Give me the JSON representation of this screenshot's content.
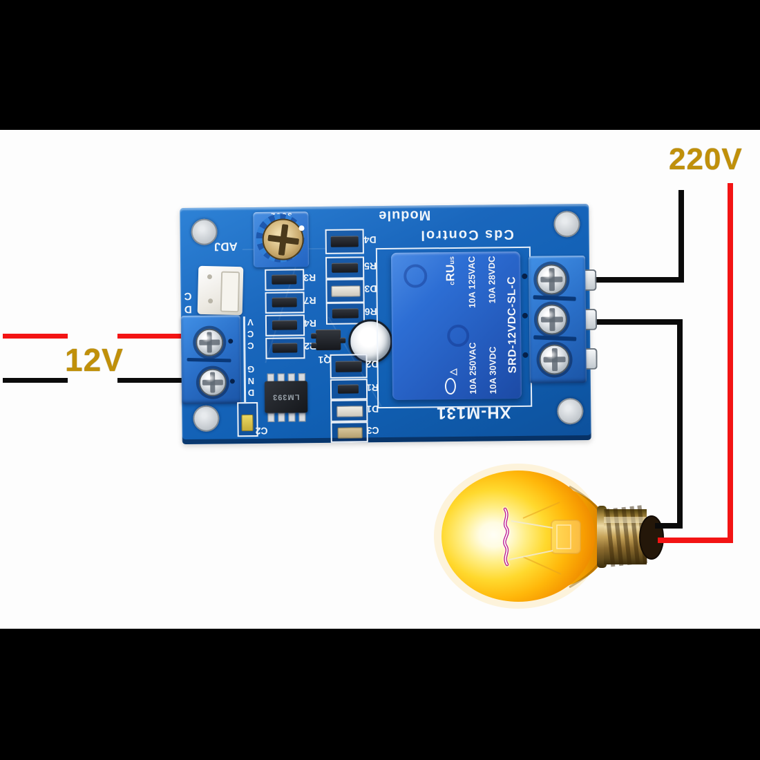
{
  "diagram": {
    "input_voltage_label": "12V",
    "output_voltage_label": "220V"
  },
  "board": {
    "silkscreen": {
      "module": "Module",
      "cds_control": "Cds Control",
      "model": "XH-M131",
      "adj": "ADJ",
      "cds": "CDS",
      "vcc": "VCC",
      "gnd": "GND"
    },
    "trimmer_marking": "3362",
    "ic_marking": "LM393",
    "components": {
      "left_column": [
        "R3",
        "R7",
        "R4",
        "R2"
      ],
      "middle_top": [
        "D4",
        "R5",
        "D3",
        "R6"
      ],
      "middle_bottom": [
        "D2",
        "R1",
        "D1",
        "C3"
      ],
      "transistor": "Q1",
      "capacitor": "C2"
    },
    "relay_label": {
      "ul_mark_prefix": "c",
      "ul_mark": "RU",
      "ul_mark_suffix": "us",
      "rating_ac_1": "10A 250VAC",
      "rating_ac_2": "10A 125VAC",
      "rating_dc_1": "10A 30VDC",
      "rating_dc_2": "10A 28VDC",
      "model": "SRD-12VDC-SL-C"
    }
  },
  "colors": {
    "wire_live_red": "#f31414",
    "wire_neutral_black": "#0b0b0b",
    "voltage_label_gold": "#c0900a",
    "pcb_blue": "#1565b8",
    "relay_blue": "#2c6cd4",
    "bulb_glow_yellow": "#ffd92e",
    "letterbox_black": "#000000"
  }
}
